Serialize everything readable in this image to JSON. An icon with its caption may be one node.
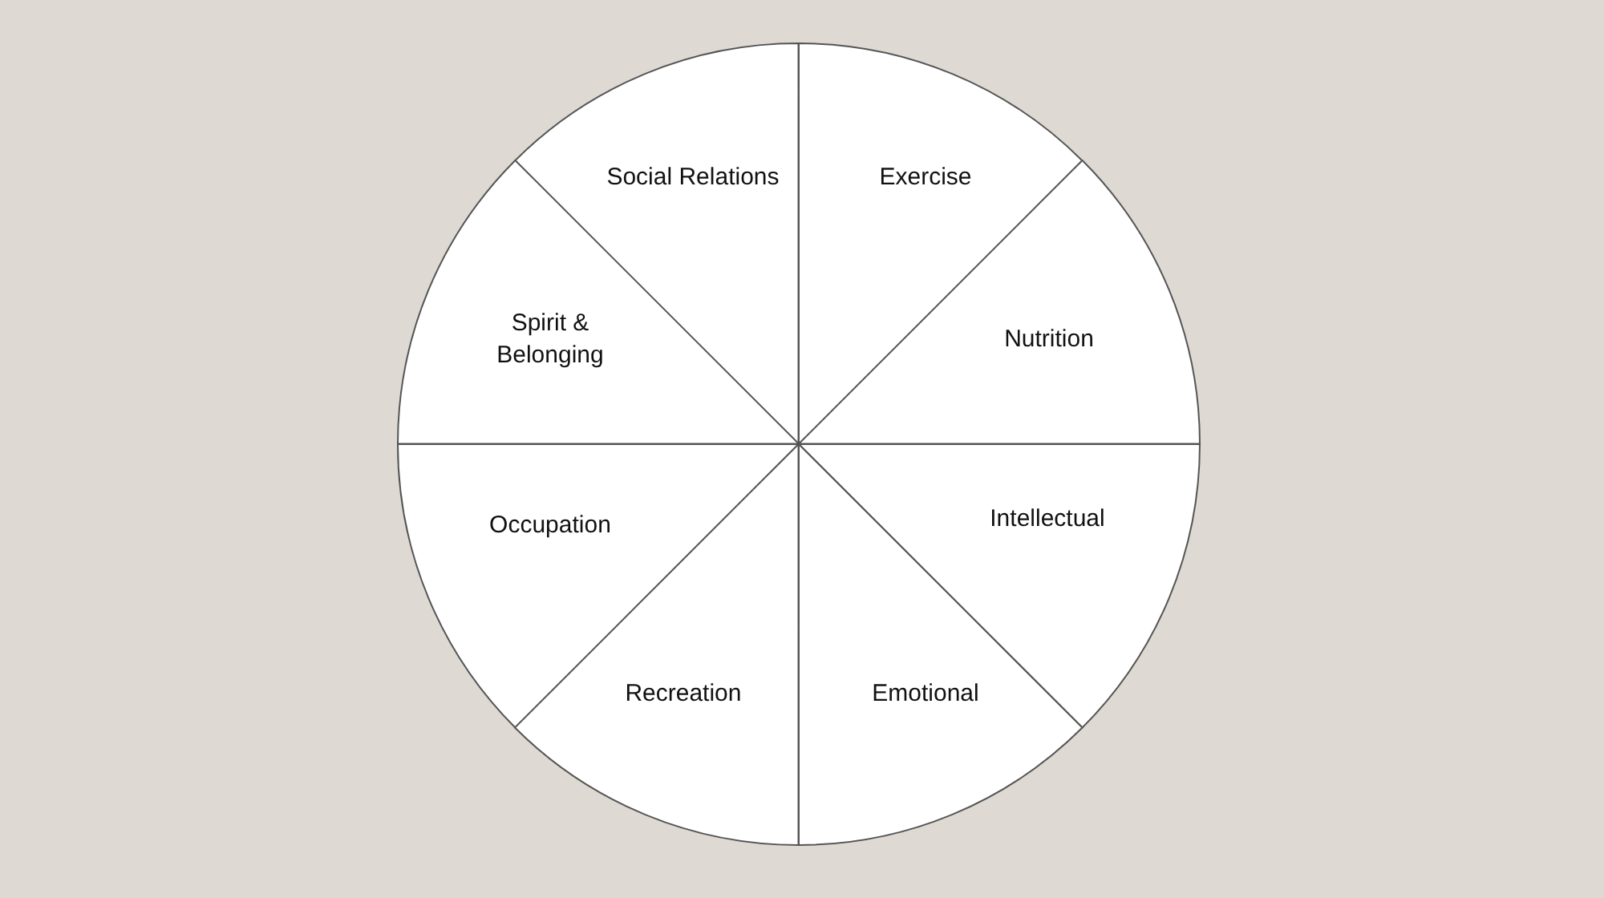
{
  "diagram": {
    "nodes": [
      {
        "text": [
          "Social Relations"
        ]
      },
      {
        "text": [
          "Exercise"
        ]
      },
      {
        "text": [
          "Spirit & Belonging"
        ]
      },
      {
        "text": [
          "Nutrition"
        ]
      },
      {
        "text": [
          "Occupation"
        ]
      },
      {
        "text": [
          "Intellectual"
        ]
      },
      {
        "text": [
          "Recreation"
        ]
      },
      {
        "text": [
          "Emotional"
        ]
      }
    ]
  }
}
